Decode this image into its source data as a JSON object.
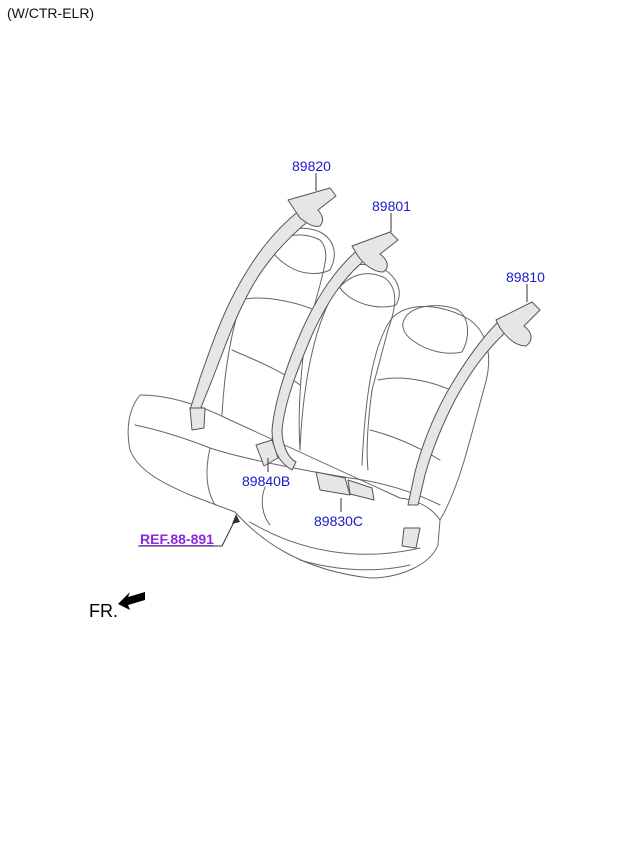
{
  "header": {
    "variant": "(W/CTR-ELR)"
  },
  "parts": {
    "p89820": "89820",
    "p89801": "89801",
    "p89810": "89810",
    "p89840B": "89840B",
    "p89830C": "89830C"
  },
  "reference": {
    "label": "REF.88-891"
  },
  "direction": {
    "label": "FR."
  },
  "colors": {
    "part_link": "#1a1acc",
    "ref_link": "#8a2be2",
    "line": "#555555",
    "belt_fill": "#e6e6e6"
  }
}
